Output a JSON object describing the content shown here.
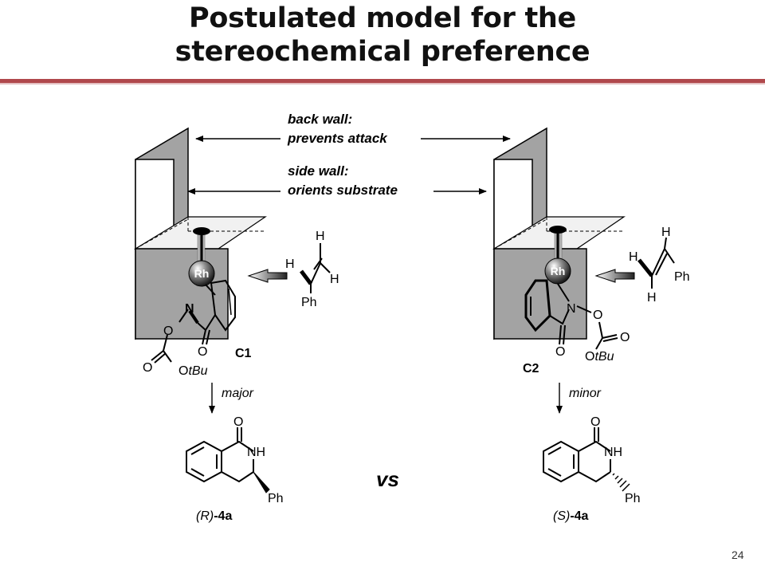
{
  "slide": {
    "title_line1": "Postulated model for the",
    "title_line2": "stereochemical preference",
    "page_number": "24",
    "accent_color": "#b0484c"
  },
  "annotations": {
    "back_wall_line1": "back wall:",
    "back_wall_line2": "prevents attack",
    "side_wall_line1": "side wall:",
    "side_wall_line2": "orients substrate"
  },
  "left_model": {
    "complex_label": "C1",
    "metal": "Rh",
    "substrate_atoms": {
      "h_top": "H",
      "h_left": "H",
      "h_right": "H",
      "ph": "Ph"
    },
    "ligand_atoms": {
      "n": "N",
      "o_ring": "O",
      "o_carbonyl": "O",
      "o_ester": "O",
      "o_ester_prefix": "O",
      "tbu": "tBu"
    },
    "pathway": "major",
    "product": {
      "config": "(R)",
      "compound_label": "-4a",
      "nh": "NH",
      "o": "O",
      "ph": "Ph"
    }
  },
  "right_model": {
    "complex_label": "C2",
    "metal": "Rh",
    "substrate_atoms": {
      "h_top": "H",
      "h_left": "H",
      "h_bottom": "H",
      "ph": "Ph"
    },
    "ligand_atoms": {
      "n": "N",
      "o_ring": "O",
      "o_carbonyl": "O",
      "o_ester": "O",
      "o_ester_prefix": "O",
      "tbu": "tBu"
    },
    "pathway": "minor",
    "product": {
      "config": "(S)",
      "compound_label": "-4a",
      "nh": "NH",
      "o": "O",
      "ph": "Ph"
    }
  },
  "comparison_label": "vs",
  "colors": {
    "wall_gray": "#a3a3a3",
    "plane_light": "#f1f1f1",
    "title_text": "#111111"
  }
}
